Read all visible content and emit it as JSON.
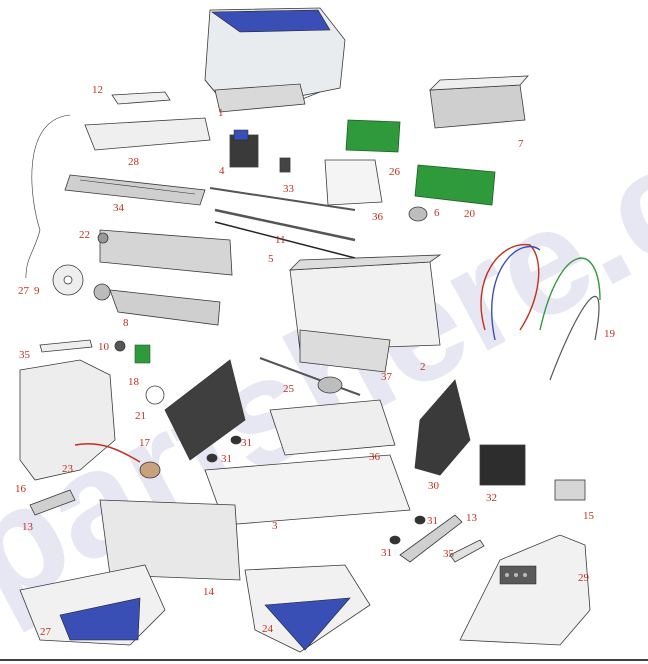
{
  "watermark": "partshere.co",
  "callouts": [
    {
      "id": "c1",
      "text": "1"
    },
    {
      "id": "c2",
      "text": "2"
    },
    {
      "id": "c3",
      "text": "3"
    },
    {
      "id": "c4",
      "text": "4"
    },
    {
      "id": "c5",
      "text": "5"
    },
    {
      "id": "c6",
      "text": "6"
    },
    {
      "id": "c7",
      "text": "7"
    },
    {
      "id": "c8",
      "text": "8"
    },
    {
      "id": "c9",
      "text": "9"
    },
    {
      "id": "c10",
      "text": "10"
    },
    {
      "id": "c11",
      "text": "11"
    },
    {
      "id": "c12",
      "text": "12"
    },
    {
      "id": "c13a",
      "text": "13"
    },
    {
      "id": "c13b",
      "text": "13"
    },
    {
      "id": "c14",
      "text": "14"
    },
    {
      "id": "c15",
      "text": "15"
    },
    {
      "id": "c16",
      "text": "16"
    },
    {
      "id": "c17",
      "text": "17"
    },
    {
      "id": "c18",
      "text": "18"
    },
    {
      "id": "c19",
      "text": "19"
    },
    {
      "id": "c20",
      "text": "20"
    },
    {
      "id": "c21",
      "text": "21"
    },
    {
      "id": "c22",
      "text": "22"
    },
    {
      "id": "c23",
      "text": "23"
    },
    {
      "id": "c24",
      "text": "24"
    },
    {
      "id": "c25",
      "text": "25"
    },
    {
      "id": "c26",
      "text": "26"
    },
    {
      "id": "c27a",
      "text": "27"
    },
    {
      "id": "c27b",
      "text": "27"
    },
    {
      "id": "c28",
      "text": "28"
    },
    {
      "id": "c29",
      "text": "29"
    },
    {
      "id": "c30",
      "text": "30"
    },
    {
      "id": "c31a",
      "text": "31"
    },
    {
      "id": "c31b",
      "text": "31"
    },
    {
      "id": "c31c",
      "text": "31"
    },
    {
      "id": "c31d",
      "text": "31"
    },
    {
      "id": "c32",
      "text": "32"
    },
    {
      "id": "c33",
      "text": "33"
    },
    {
      "id": "c34",
      "text": "34"
    },
    {
      "id": "c35a",
      "text": "35"
    },
    {
      "id": "c35b",
      "text": "35"
    },
    {
      "id": "c36a",
      "text": "36"
    },
    {
      "id": "c36b",
      "text": "36"
    },
    {
      "id": "c37",
      "text": "37"
    }
  ],
  "colors": {
    "callout": "#c0301c",
    "accent_blue": "#3a4fb5",
    "board_green": "#2f9a3c",
    "line": "#3a3a3a",
    "fill_light": "#f1f1f1",
    "fill_mid": "#d7d7d7"
  }
}
